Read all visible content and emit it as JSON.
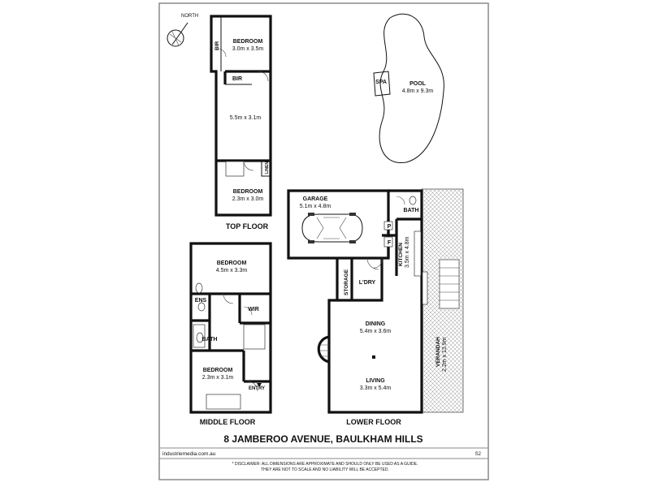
{
  "compass": {
    "label": "NORTH",
    "icon": "north-compass-icon"
  },
  "top_floor": {
    "title": "TOP FLOOR",
    "rooms": {
      "bedroom1": {
        "name": "BEDROOM",
        "size": "3.0m x 3.5m"
      },
      "bir_vertical": {
        "name": "BIR"
      },
      "bir": {
        "name": "BIR"
      },
      "open_room": {
        "size": "5.5m x 3.1m"
      },
      "linen": {
        "name": "LINEN"
      },
      "bedroom2": {
        "name": "BEDROOM",
        "size": "2.3m x 3.0m"
      }
    }
  },
  "middle_floor": {
    "title": "MIDDLE FLOOR",
    "rooms": {
      "bedroom1": {
        "name": "BEDROOM",
        "size": "4.5m x 3.3m"
      },
      "ens": {
        "name": "ENS"
      },
      "wir": {
        "name": "WIR"
      },
      "bath": {
        "name": "BATH"
      },
      "bedroom2": {
        "name": "BEDROOM",
        "size": "2.3m x 3.1m"
      },
      "entry": {
        "name": "ENTRY"
      }
    }
  },
  "lower_floor": {
    "title": "LOWER FLOOR",
    "rooms": {
      "garage": {
        "name": "GARAGE",
        "size": "5.1m x 4.8m"
      },
      "bath": {
        "name": "BATH"
      },
      "pantry": {
        "name": "P"
      },
      "fridge": {
        "name": "F"
      },
      "kitchen": {
        "name": "KITCHEN",
        "size": "3.5m x 4.8m"
      },
      "storage": {
        "name": "STORAGE"
      },
      "laundry": {
        "name": "L'DRY"
      },
      "dining": {
        "name": "DINING",
        "size": "5.4m x 3.6m"
      },
      "living": {
        "name": "LIVING",
        "size": "3.3m x 5.4m"
      },
      "verandah": {
        "name": "VERANDAH",
        "size": "2.2m x 13.9m"
      }
    }
  },
  "outdoor": {
    "spa": {
      "name": "SPA"
    },
    "pool": {
      "name": "POOL",
      "size": "4.8m x 9.3m"
    }
  },
  "footer": {
    "address": "8 JAMBEROO AVENUE, BAULKHAM HILLS",
    "website": "industriemedia.com.au",
    "code": "S2",
    "disclaimer_line1": "* DISCLAIMER: ALL DIMENSIONS ARE APPROXIMATE AND SHOULD ONLY BE USED AS A GUIDE.",
    "disclaimer_line2": "THEY ARE NOT TO SCALE AND NO LIABILITY WILL BE ACCEPTED."
  },
  "colors": {
    "wall": "#111111",
    "frame": "#8a8a8a",
    "hatch": "#9a9a9a"
  }
}
